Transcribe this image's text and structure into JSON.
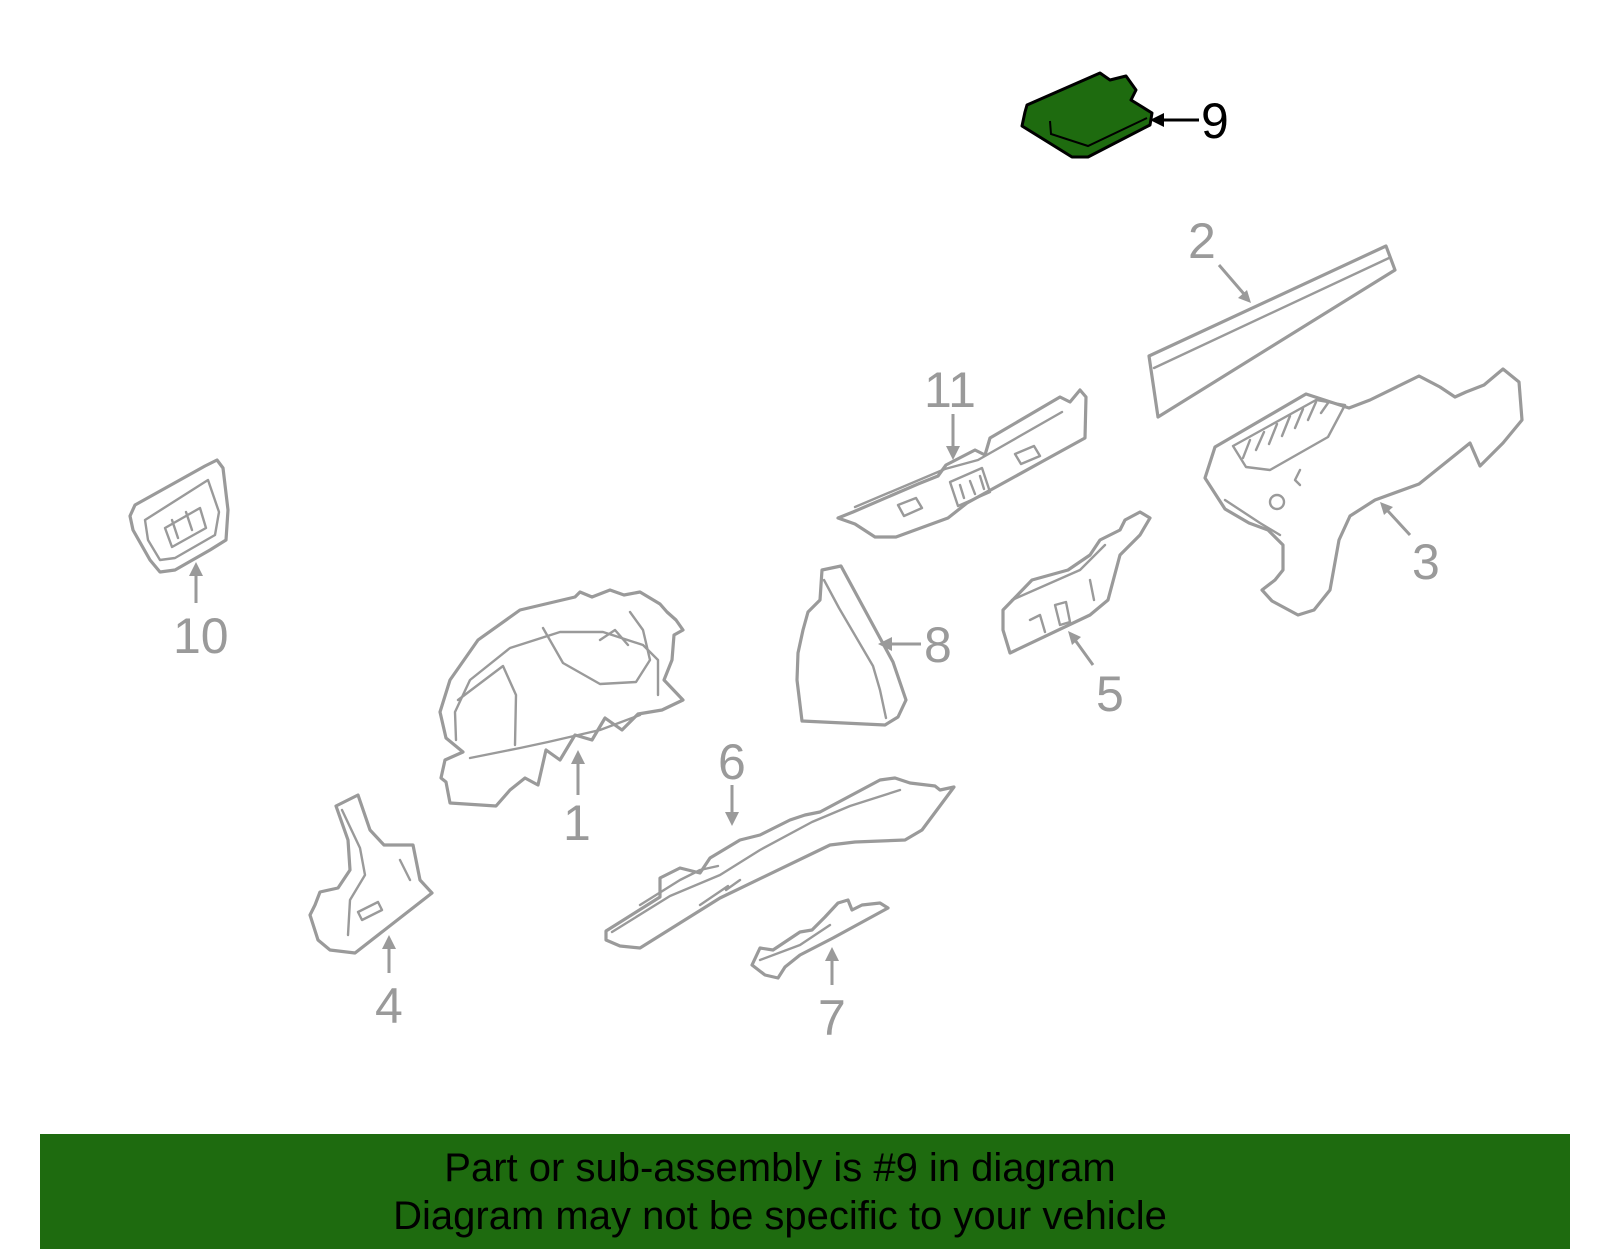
{
  "callouts": {
    "c1": "1",
    "c2": "2",
    "c3": "3",
    "c4": "4",
    "c5": "5",
    "c6": "6",
    "c7": "7",
    "c8": "8",
    "c9": "9",
    "c10": "10",
    "c11": "11"
  },
  "highlighted_part": "9",
  "colors": {
    "highlight_fill": "#1e6b0f",
    "part_outline": "#9a9a9a",
    "banner_background": "#1e6b0f"
  },
  "banner": {
    "line1": "Part or sub-assembly is #9 in diagram",
    "line2": "Diagram may not be specific to your vehicle"
  }
}
